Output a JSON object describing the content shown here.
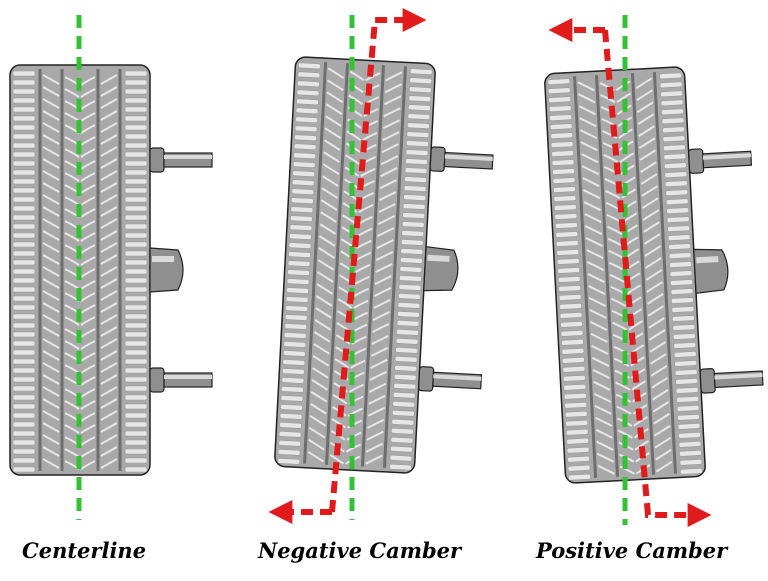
{
  "colors": {
    "tire": "#a9a9a9",
    "tire_dark": "#6e6e6e",
    "tread_light": "#e6e6e6",
    "hub": "#8f8f8f",
    "hub_light": "#d9d9d9",
    "centerline": "#33c233",
    "force_arrow": "#e11b1b",
    "outline": "#222222"
  },
  "panels": [
    {
      "caption": "Centerline",
      "tilt": "none",
      "arrow_direction": "none"
    },
    {
      "caption": "Negative Camber",
      "tilt": "top-in",
      "arrow_direction": "top-right / bottom-left"
    },
    {
      "caption": "Positive Camber",
      "tilt": "top-out",
      "arrow_direction": "top-left / bottom-right"
    }
  ]
}
